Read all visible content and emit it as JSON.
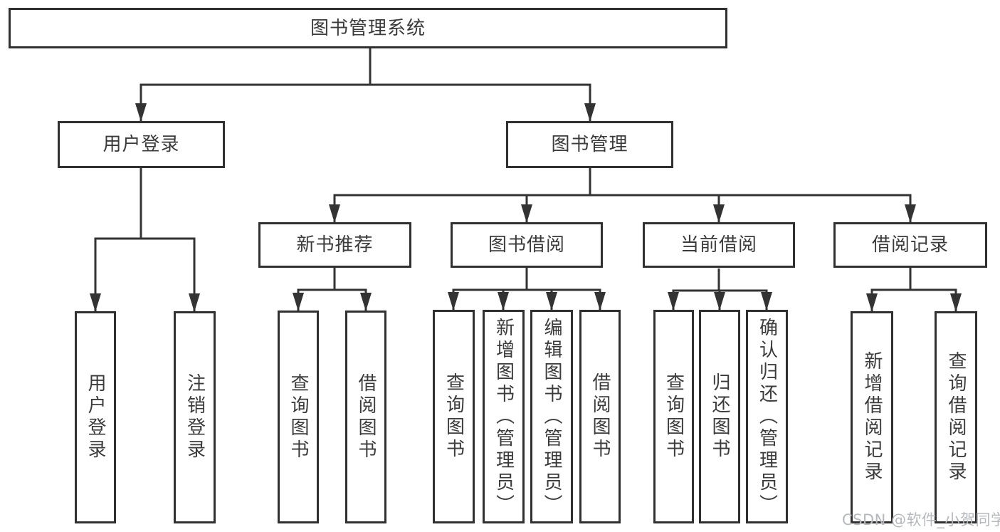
{
  "diagram": {
    "root": "图书管理系统",
    "level2": [
      "用户登录",
      "图书管理"
    ],
    "level3": [
      "新书推荐",
      "图书借阅",
      "当前借阅",
      "借阅记录"
    ],
    "leaves": {
      "user_login": [
        "用户登录",
        "注销登录"
      ],
      "new_book": [
        "查询图书",
        "借阅图书"
      ],
      "book_borrow": [
        "查询图书",
        "新增图书（管理员）",
        "编辑图书（管理员）",
        "借阅图书"
      ],
      "current_borrow": [
        "查询图书",
        "归还图书",
        "确认归还（管理员）"
      ],
      "borrow_record": [
        "新增借阅记录",
        "查询借阅记录"
      ]
    },
    "watermark": "CSDN @软件_小贺同学",
    "colors": {
      "line": "#333333",
      "box_border": "#303030",
      "text": "#3b3b3b",
      "watermark": "#b5b9bd",
      "background": "#ffffff"
    }
  }
}
